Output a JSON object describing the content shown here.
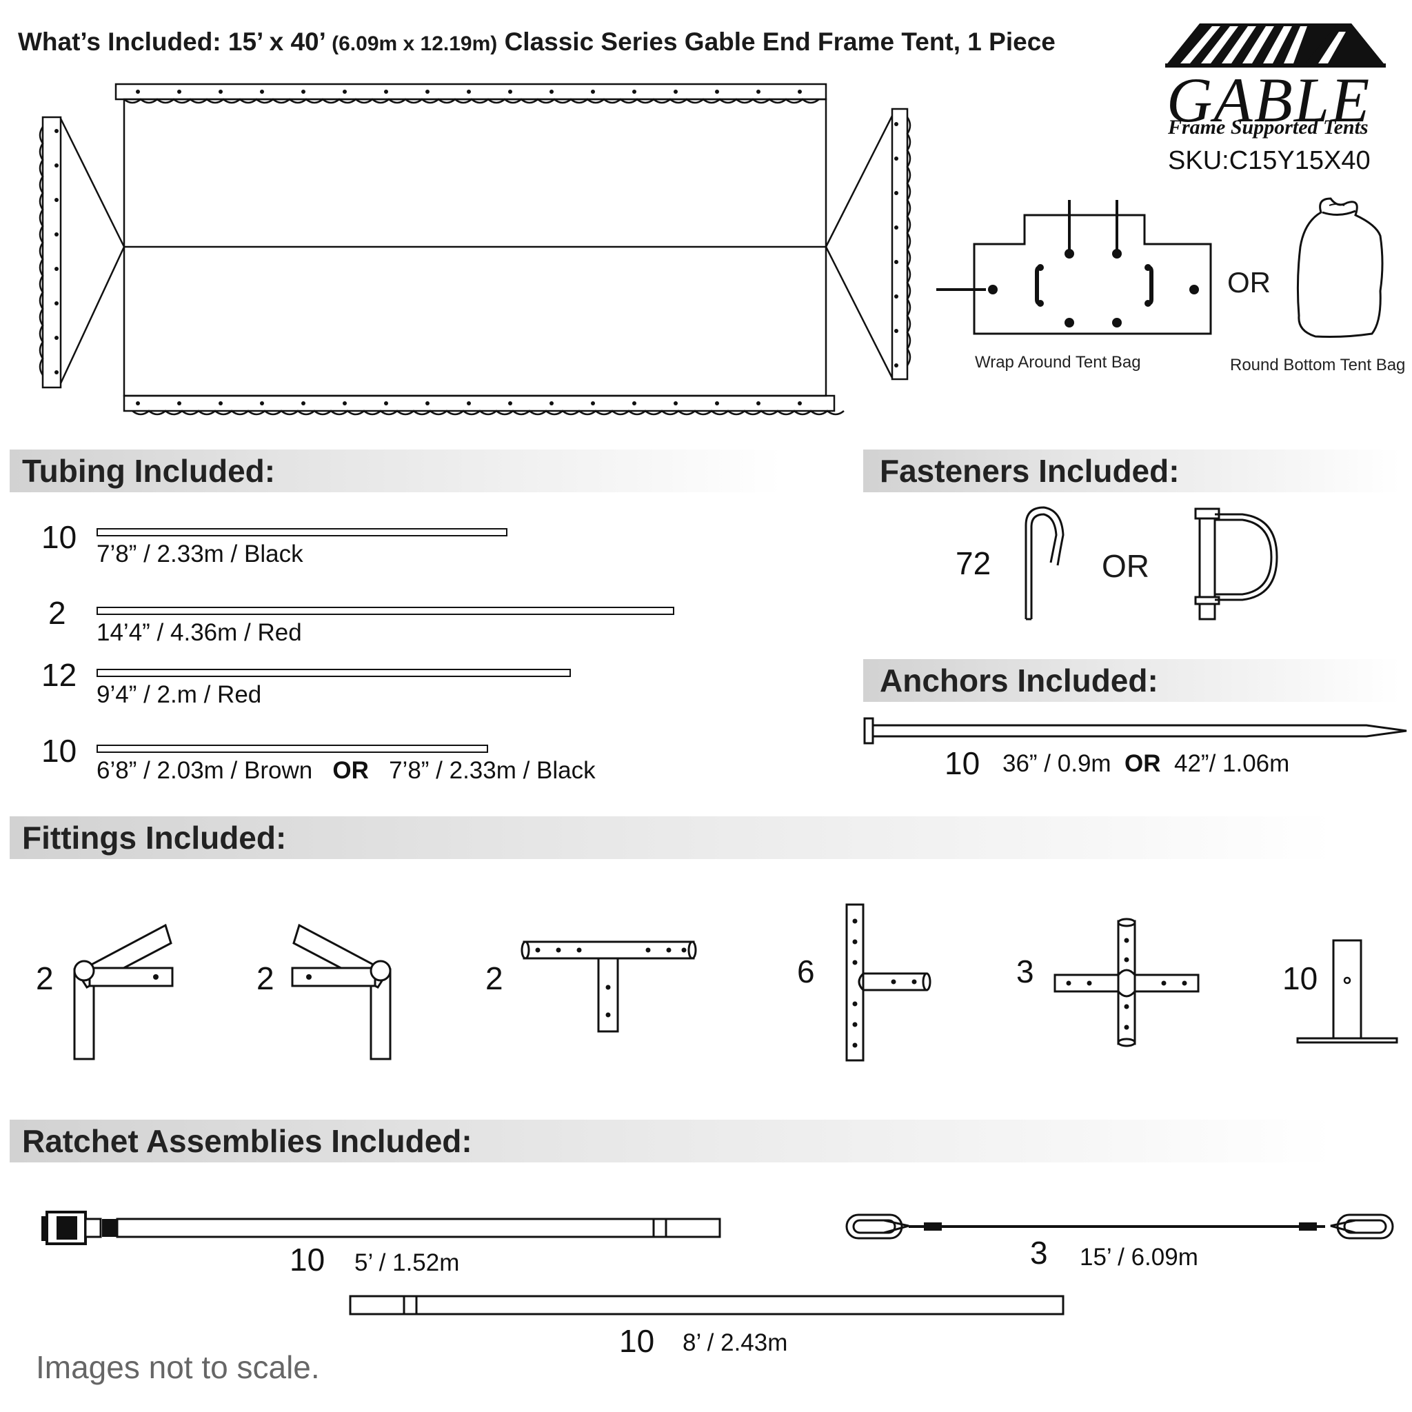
{
  "header": {
    "prefix": "What’s Included: 15’ x 40’",
    "metric": "(6.09m x 12.19m)",
    "rest": "Classic Series Gable End Frame Tent, 1 Piece"
  },
  "brand": {
    "name": "GABLE",
    "tagline": "Frame Supported Tents",
    "sku": "SKU:C15Y15X40"
  },
  "bags": {
    "wrap_label": "Wrap Around Tent Bag",
    "or": "OR",
    "round_label": "Round Bottom Tent Bag"
  },
  "tubing": {
    "title": "Tubing Included:",
    "items": [
      {
        "qty": "10",
        "text": "7’8” / 2.33m  /  Black"
      },
      {
        "qty": "2",
        "text": "14’4” / 4.36m  /  Red"
      },
      {
        "qty": "12",
        "text": "9’4” / 2.m  /  Red"
      },
      {
        "qty": "10",
        "text_a": "6’8” / 2.03m  /  Brown",
        "or": "OR",
        "text_b": "7’8” / 2.33m  /  Black"
      }
    ]
  },
  "fasteners": {
    "title": "Fasteners Included:",
    "qty": "72",
    "or": "OR"
  },
  "anchors": {
    "title": "Anchors Included:",
    "qty": "10",
    "size_a": "36” / 0.9m",
    "or": "OR",
    "size_b": "42”/ 1.06m"
  },
  "fittings": {
    "title": "Fittings Included:",
    "quantities": [
      "2",
      "2",
      "2",
      "6",
      "3",
      "10"
    ]
  },
  "ratchets": {
    "title": "Ratchet Assemblies Included:",
    "strap_a": {
      "qty": "10",
      "size": "5’ / 1.52m"
    },
    "cable": {
      "qty": "3",
      "size": "15’ / 6.09m"
    },
    "strap_b": {
      "qty": "10",
      "size": "8’ / 2.43m"
    }
  },
  "footer": {
    "note": "Images not to scale."
  }
}
